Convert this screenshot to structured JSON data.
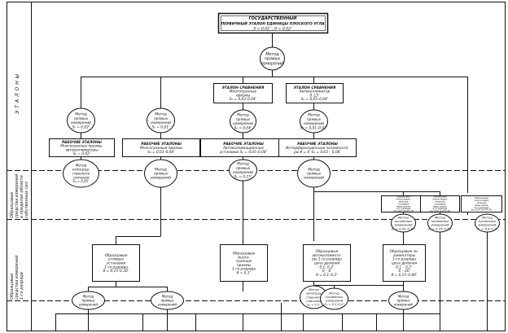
{
  "sections": {
    "etalony": "ЭТАЛОНЫ",
    "band2": [
      "Образцовые",
      "средства измерений",
      "в пределах области",
      "собственных сил"
    ],
    "band3": [
      "Образцовые",
      "средства измерений",
      "1-го разряда"
    ]
  },
  "top": {
    "title": "ГОСУДАРСТВЕННЫЙ",
    "sub": "ПЕРВИЧНЫЙ ЭТАЛОН ЕДИНИЦЫ ПЛОСКОГО УГЛА",
    "formula": "S = 0,01″ ;     θ = 0,02″"
  },
  "ovals": [
    [
      "Метод",
      "прямых",
      "измерений"
    ],
    [
      "Метод",
      "прямых",
      "измерений",
      "S₀ = 0,02″"
    ],
    [
      "Метод",
      "прямых",
      "измерений",
      "S₀ = 0,01″"
    ],
    [
      "Метод",
      "прямых",
      "измерений",
      "S₀ = 0,04″"
    ],
    [
      "Метод",
      "прямых",
      "измерений",
      "S₀ = 0,01–0,03″"
    ],
    [
      "Метод",
      "непосред-",
      "ственного",
      "сличения",
      "S₀ = 0,05″"
    ],
    [
      "Метод",
      "прямых",
      "измерений"
    ],
    [
      "Метод",
      "прямых",
      "измерений",
      "S₀ = 0,15″"
    ],
    [
      "Метод",
      "прямых",
      "измерений"
    ],
    [
      "Метод",
      "косвенных",
      "измерений",
      "S₀ = 0,05–0,10″"
    ],
    [
      "Метод",
      "косвенных",
      "измерений",
      "S₀ = 0,15–0,25″"
    ],
    [
      "Метод",
      "косвенных",
      "измерений",
      "S₀ = 0,4–0,7″"
    ],
    [
      "Метод",
      "прямых",
      "измерений"
    ],
    [
      "Метод",
      "прямых",
      "измерений"
    ],
    [
      "Метод",
      "непосред-",
      "ственного",
      "сличения",
      "S₀ = 0,1″"
    ],
    [
      "Метод",
      "косвенных",
      "измерений",
      "S₀ = 0,2–0,4″"
    ],
    [
      "Метод",
      "прямых",
      "измерений"
    ]
  ],
  "boxes": [
    [
      "ЭТАЛОН СРАВНЕНИЯ",
      "Многогранные",
      "призмы",
      "S₀ = 0,03–0,04″"
    ],
    [
      "ЭТАЛОН СРАВНЕНИЯ",
      "Автоколлиматор",
      "0 ±5″",
      "S₀ = 0,05–0,04″"
    ],
    [
      "РАБОЧИЕ ЭТАЛОНЫ",
      "Многогранные призмы,",
      "автоколлиматоры",
      "S₀ = 0,02″"
    ],
    [
      "РАБОЧИЕ ЭТАЛОНЫ",
      "Многогранные призмы",
      "S₀ = 0,03–0,04″"
    ],
    [
      "РАБОЧИЕ ЭТАЛОНЫ",
      "Автоколлимационные",
      "установки   S₀ = 0,05–0,08″"
    ],
    [
      "РАБОЧИЕ ЭТАЛОНЫ",
      "Интерференционные экзаменато-",
      "ры  θ = 6′     S₀ = 0,03 – 0,08″"
    ],
    [
      "Образцовые",
      "угловые",
      "установки",
      "1-го разряда",
      "θ = 0,15–0,30″"
    ],
    [
      "Образцовые",
      "много-",
      "гранные",
      "призмы",
      "1-го разряда",
      "θ = 0,3″"
    ],
    [
      "Образцовые",
      "автоколлимато-",
      "ры 1-го разряда",
      "цена деления",
      "0,1; 0,2″",
      "0 – 8′",
      "θ = 0,1–0,3″"
    ],
    [
      "Образцовые эк-",
      "заменаторы",
      "1-го разряда",
      "цена деления",
      "0,1 – 0,5″",
      "0 – 20′",
      "θ = 0,15–0,40″"
    ],
    [
      "Образцовые",
      "плоскопарал-",
      "лельные",
      "концевые",
      "меры длины",
      "2-го разряда",
      "(по ГОСТ 8.075-75)"
    ],
    [
      "Образцовые",
      "плоскопарал-",
      "лельные",
      "концевые",
      "меры длины",
      "4-го разряда",
      "(по ГОСТ 8.075-75)"
    ],
    [
      "Образцовые",
      "плоскопарал-",
      "лельные",
      "меры длины",
      "5-го разряда",
      "(по ГОСТ 8.075-75)"
    ]
  ]
}
